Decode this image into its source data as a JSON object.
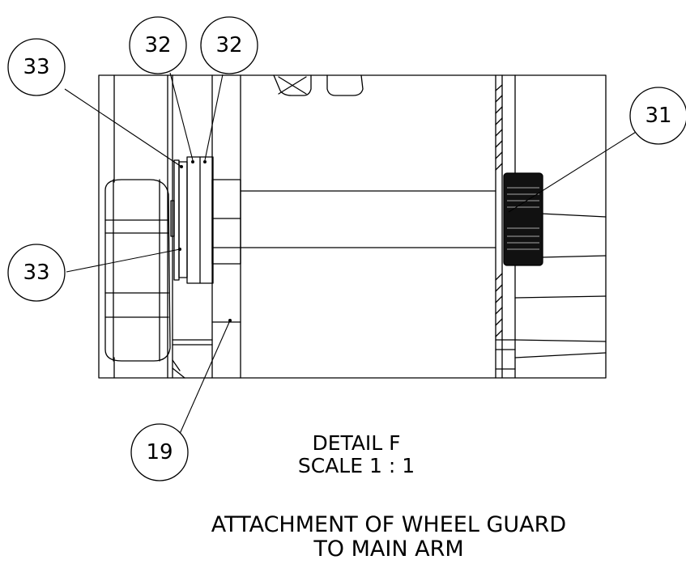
{
  "balloons": [
    {
      "id": "b33a",
      "label": "33"
    },
    {
      "id": "b32a",
      "label": "32"
    },
    {
      "id": "b32b",
      "label": "32"
    },
    {
      "id": "b31",
      "label": "31"
    },
    {
      "id": "b33b",
      "label": "33"
    },
    {
      "id": "b19",
      "label": "19"
    }
  ],
  "detail": {
    "line1": "DETAIL F",
    "line2": "SCALE 1 : 1"
  },
  "note": {
    "line1": "ATTACHMENT OF WHEEL GUARD",
    "line2": "TO MAIN ARM"
  }
}
